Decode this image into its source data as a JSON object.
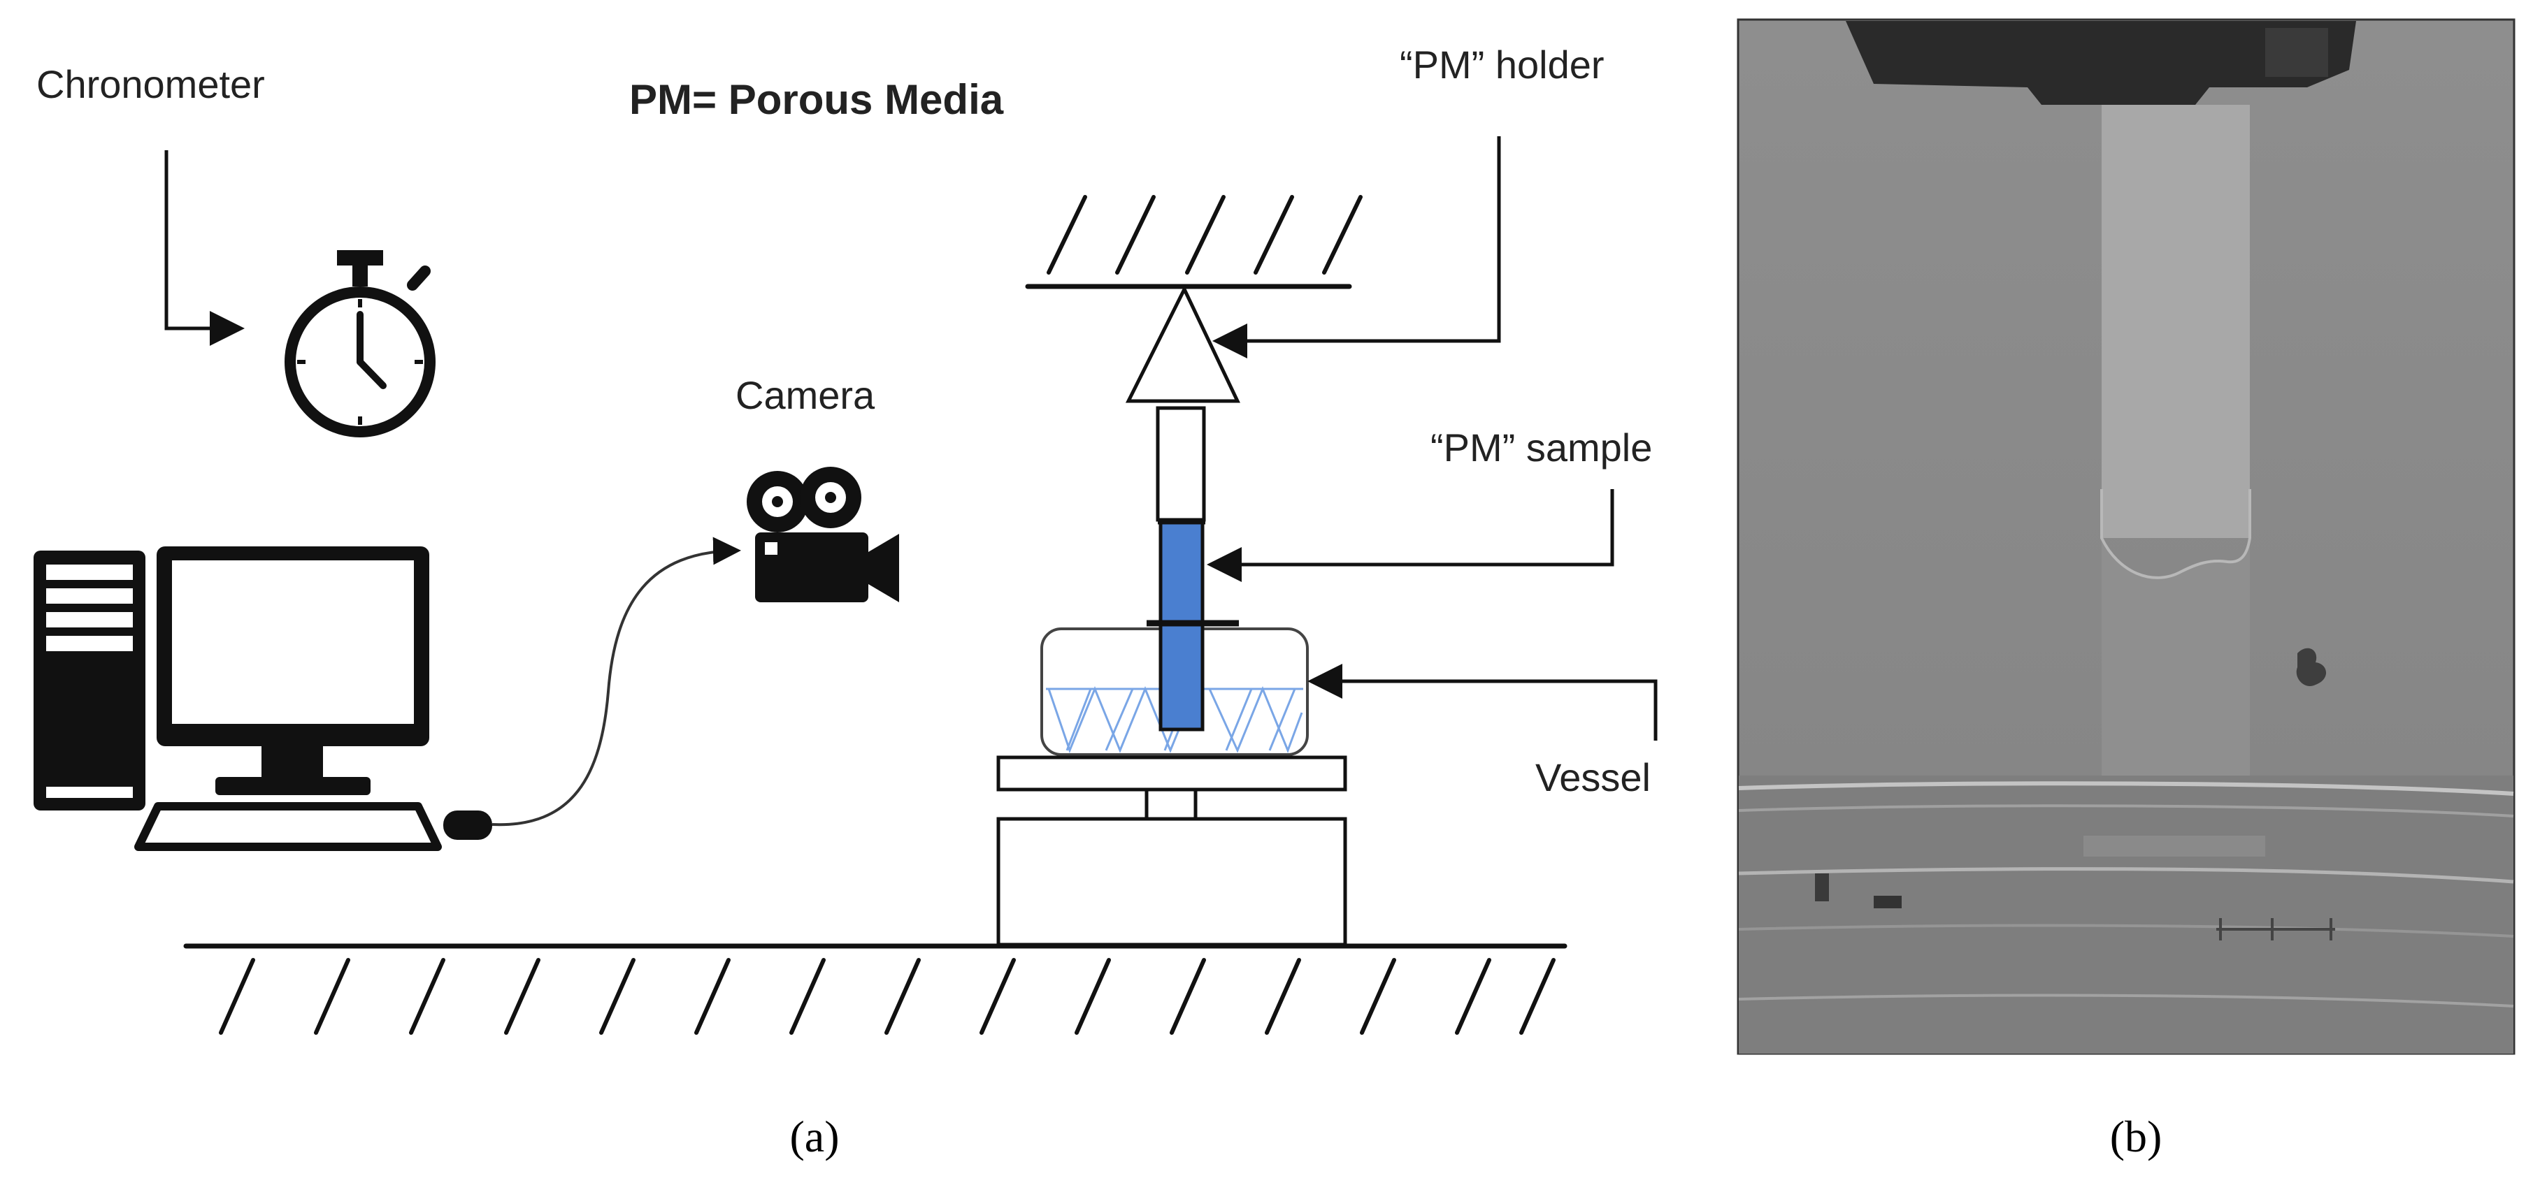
{
  "title": "PM= Porous Media",
  "labels": {
    "chronometer": "Chronometer",
    "camera": "Camera",
    "pm_holder": "“PM” holder",
    "pm_sample": "“PM” sample",
    "vessel": "Vessel"
  },
  "captions": {
    "a": "(a)",
    "b": "(b)"
  },
  "colors": {
    "sample_blue": "#4a7fd0",
    "liquid_lines": "#7aa6e6",
    "photo_background": "#8a8a8a",
    "photo_strip": "#a9a9a9",
    "line": "#111111"
  },
  "icons": [
    "stopwatch-icon",
    "computer-icon",
    "movie-camera-icon"
  ]
}
